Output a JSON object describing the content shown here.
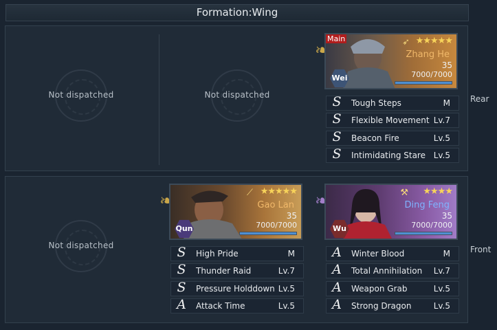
{
  "header": {
    "title": "Formation:Wing"
  },
  "rows": {
    "rear_label": "Rear",
    "front_label": "Front"
  },
  "empty_text": "Not dispatched",
  "colors": {
    "wei": "#3d5476",
    "qun": "#4a3a7a",
    "wu": "#7a2c2c",
    "name_gold": "#f0b86a",
    "name_blue": "#7fb3ff",
    "star": "#f7d35a",
    "bar": "#4f8fd1"
  },
  "heroes": {
    "zhang_he": {
      "tag": "Main",
      "name": "Zhang He",
      "stars": "★★★★★",
      "level": "35",
      "troops": "7000/7000",
      "troop_fill": 1.0,
      "faction": "Wei",
      "weapon_icon": "bow-icon",
      "skills": [
        {
          "grade": "S",
          "name": "Tough Steps",
          "level": "M"
        },
        {
          "grade": "S",
          "name": "Flexible Movement",
          "level": "Lv.7"
        },
        {
          "grade": "S",
          "name": "Beacon Fire",
          "level": "Lv.5"
        },
        {
          "grade": "S",
          "name": "Intimidating Stare",
          "level": "Lv.5"
        }
      ]
    },
    "gao_lan": {
      "name": "Gao Lan",
      "stars": "★★★★★",
      "level": "35",
      "troops": "7000/7000",
      "troop_fill": 1.0,
      "faction": "Qun",
      "weapon_icon": "spear-icon",
      "skills": [
        {
          "grade": "S",
          "name": "High Pride",
          "level": "M"
        },
        {
          "grade": "S",
          "name": "Thunder Raid",
          "level": "Lv.7"
        },
        {
          "grade": "S",
          "name": "Pressure Holddown",
          "level": "Lv.5"
        },
        {
          "grade": "A",
          "name": "Attack Time",
          "level": "Lv.5"
        }
      ]
    },
    "ding_feng": {
      "name": "Ding Feng",
      "stars": "★★★★",
      "level": "35",
      "troops": "7000/7000",
      "troop_fill": 1.0,
      "faction": "Wu",
      "weapon_icon": "axe-icon",
      "skills": [
        {
          "grade": "A",
          "name": "Winter Blood",
          "level": "M"
        },
        {
          "grade": "A",
          "name": "Total Annihilation",
          "level": "Lv.7"
        },
        {
          "grade": "A",
          "name": "Weapon Grab",
          "level": "Lv.5"
        },
        {
          "grade": "A",
          "name": "Strong Dragon",
          "level": "Lv.5"
        }
      ]
    }
  }
}
